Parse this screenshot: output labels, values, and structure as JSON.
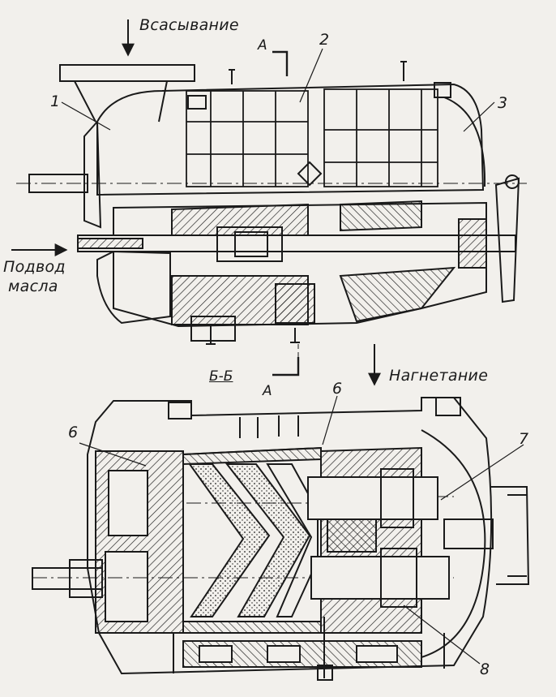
{
  "labels": {
    "suction": "Всасывание",
    "oil_supply_line1": "Подвод",
    "oil_supply_line2": "масла",
    "discharge": "Нагнетание",
    "section_title": "Б-Б",
    "section_marker_top": "А",
    "section_marker_bottom": "А",
    "callout_1": "1",
    "callout_2": "2",
    "callout_3": "3",
    "callout_6_left": "6",
    "callout_6_center": "6",
    "callout_7": "7",
    "callout_8": "8"
  },
  "colors": {
    "paper": "#f2f0ec",
    "ink": "#1a1a1a"
  }
}
